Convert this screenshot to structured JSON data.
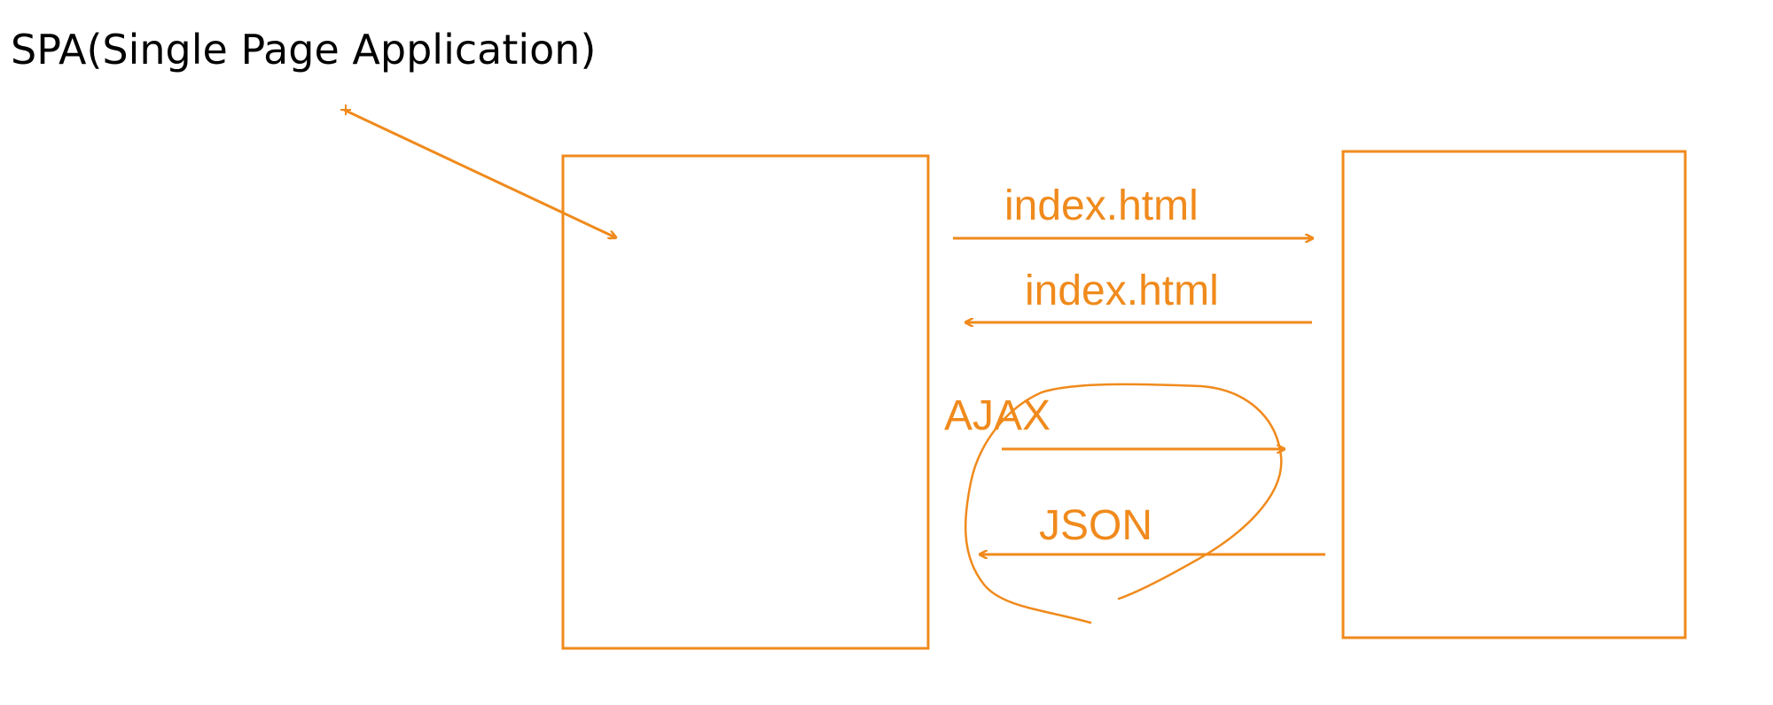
{
  "diagram": {
    "title": "SPA(Single Page Application)",
    "labels": {
      "request": "index.html",
      "response": "index.html",
      "ajax": "AJAX",
      "json": "JSON"
    }
  },
  "colors": {
    "accent": "#f08a1c",
    "text": "#000000",
    "background": "#ffffff"
  }
}
